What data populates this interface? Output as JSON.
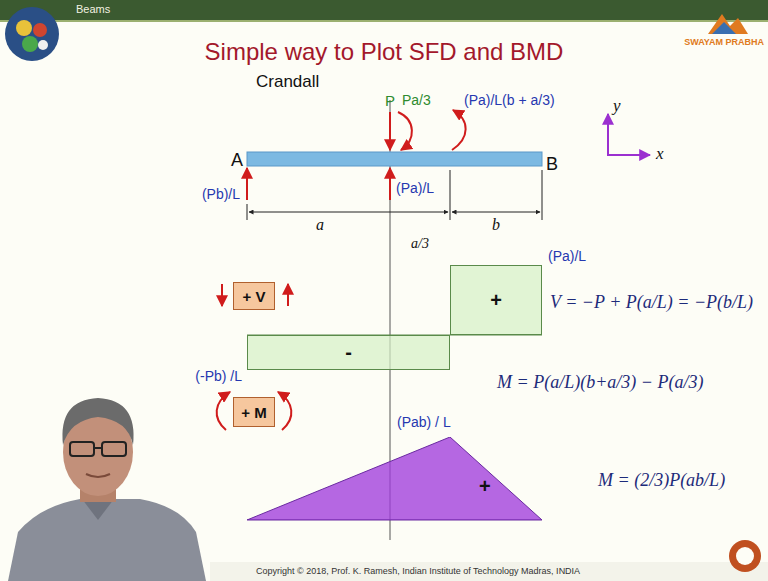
{
  "diagram": {
    "title": "Simple way to Plot SFD and BMD",
    "nodes": [
      {
        "text": [
          "+"
        ]
      },
      {
        "text": [
          "+ V"
        ]
      },
      {
        "text": [
          "-"
        ]
      },
      {
        "text": [
          "+ M"
        ]
      },
      {
        "text": [
          "+"
        ]
      }
    ],
    "labels": [
      "Beams",
      "SWAYAM PRABHA",
      "Crandall",
      "P",
      "Pa/3",
      "(Pa)/L(b + a/3)",
      "A",
      "B",
      "(Pb)/L",
      "(Pa)/L",
      "a",
      "b",
      "a/3",
      "y",
      "x",
      "(Pa)/L",
      "V = −P + P(a/L) = −P(b/L)",
      "(-Pb) /L",
      "M = P(a/L)(b+a/3) − P(a/3)",
      "(Pab) / L",
      "M = (2/3)P(ab/L)",
      "Copyright © 2018, Prof. K. Ramesh, Indian Institute of Technology Madras, INDIA"
    ]
  }
}
